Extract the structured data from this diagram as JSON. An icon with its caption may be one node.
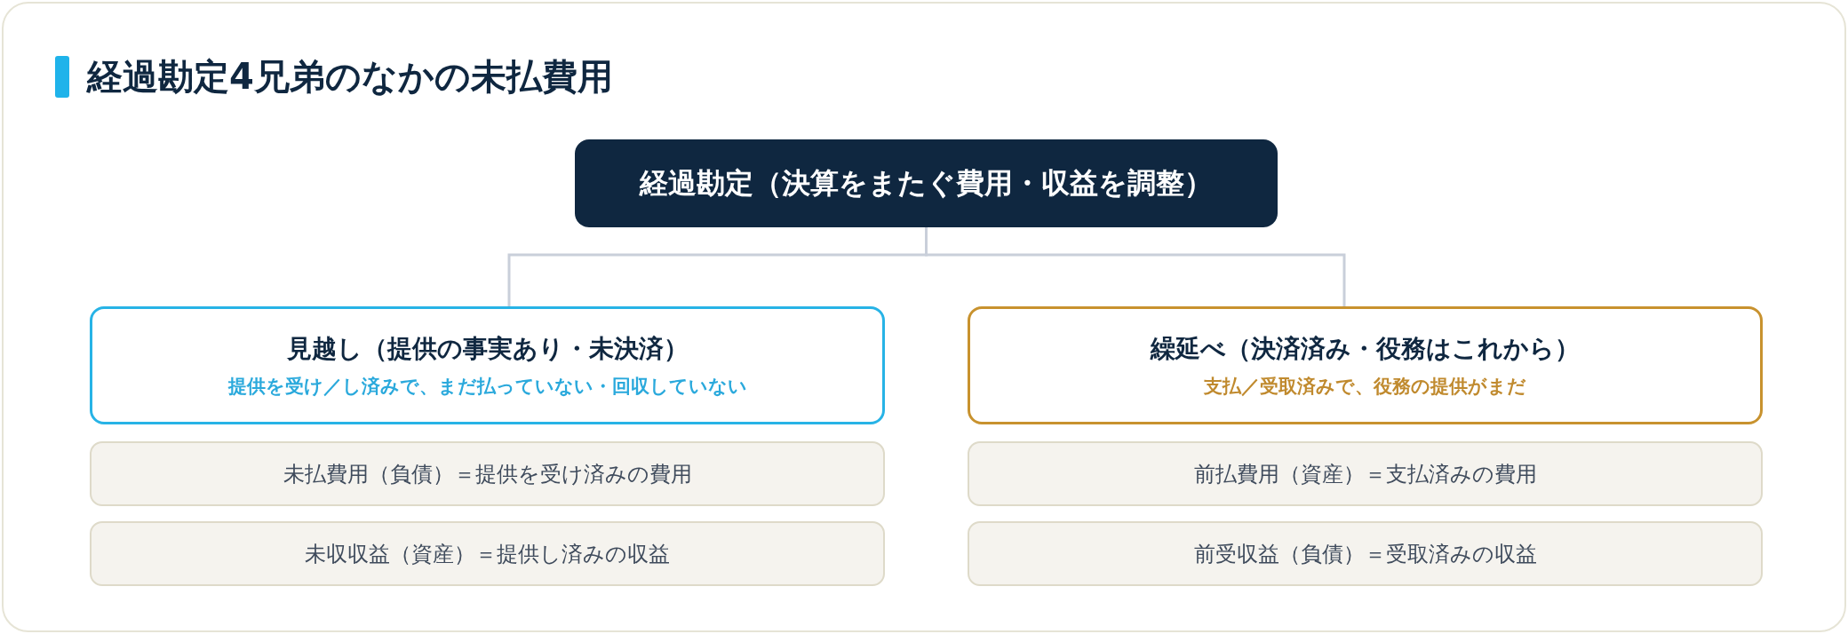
{
  "diagram": {
    "title": "経過勘定4兄弟のなかの未払費用",
    "nodes": [
      {
        "text": [
          "経過勘定（決算をまたぐ費用・収益を調整）"
        ]
      },
      {
        "text": [
          "見越し（提供の事実あり・未決済）",
          "提供を受け／し済みで、まだ払っていない・回収していない"
        ]
      },
      {
        "text": [
          "未払費用（負債）＝提供を受け済みの費用"
        ]
      },
      {
        "text": [
          "未収収益（資産）＝提供し済みの収益"
        ]
      },
      {
        "text": [
          "繰延べ（決済済み・役務はこれから）",
          "支払／受取済みで、役務の提供がまだ"
        ]
      },
      {
        "text": [
          "前払費用（資産）＝支払済みの費用"
        ]
      },
      {
        "text": [
          "前受収益（負債）＝受取済みの収益"
        ]
      }
    ],
    "edges": [
      {
        "from": 0,
        "to": 1,
        "arrow": "none"
      },
      {
        "from": 0,
        "to": 4,
        "arrow": "none"
      }
    ]
  }
}
